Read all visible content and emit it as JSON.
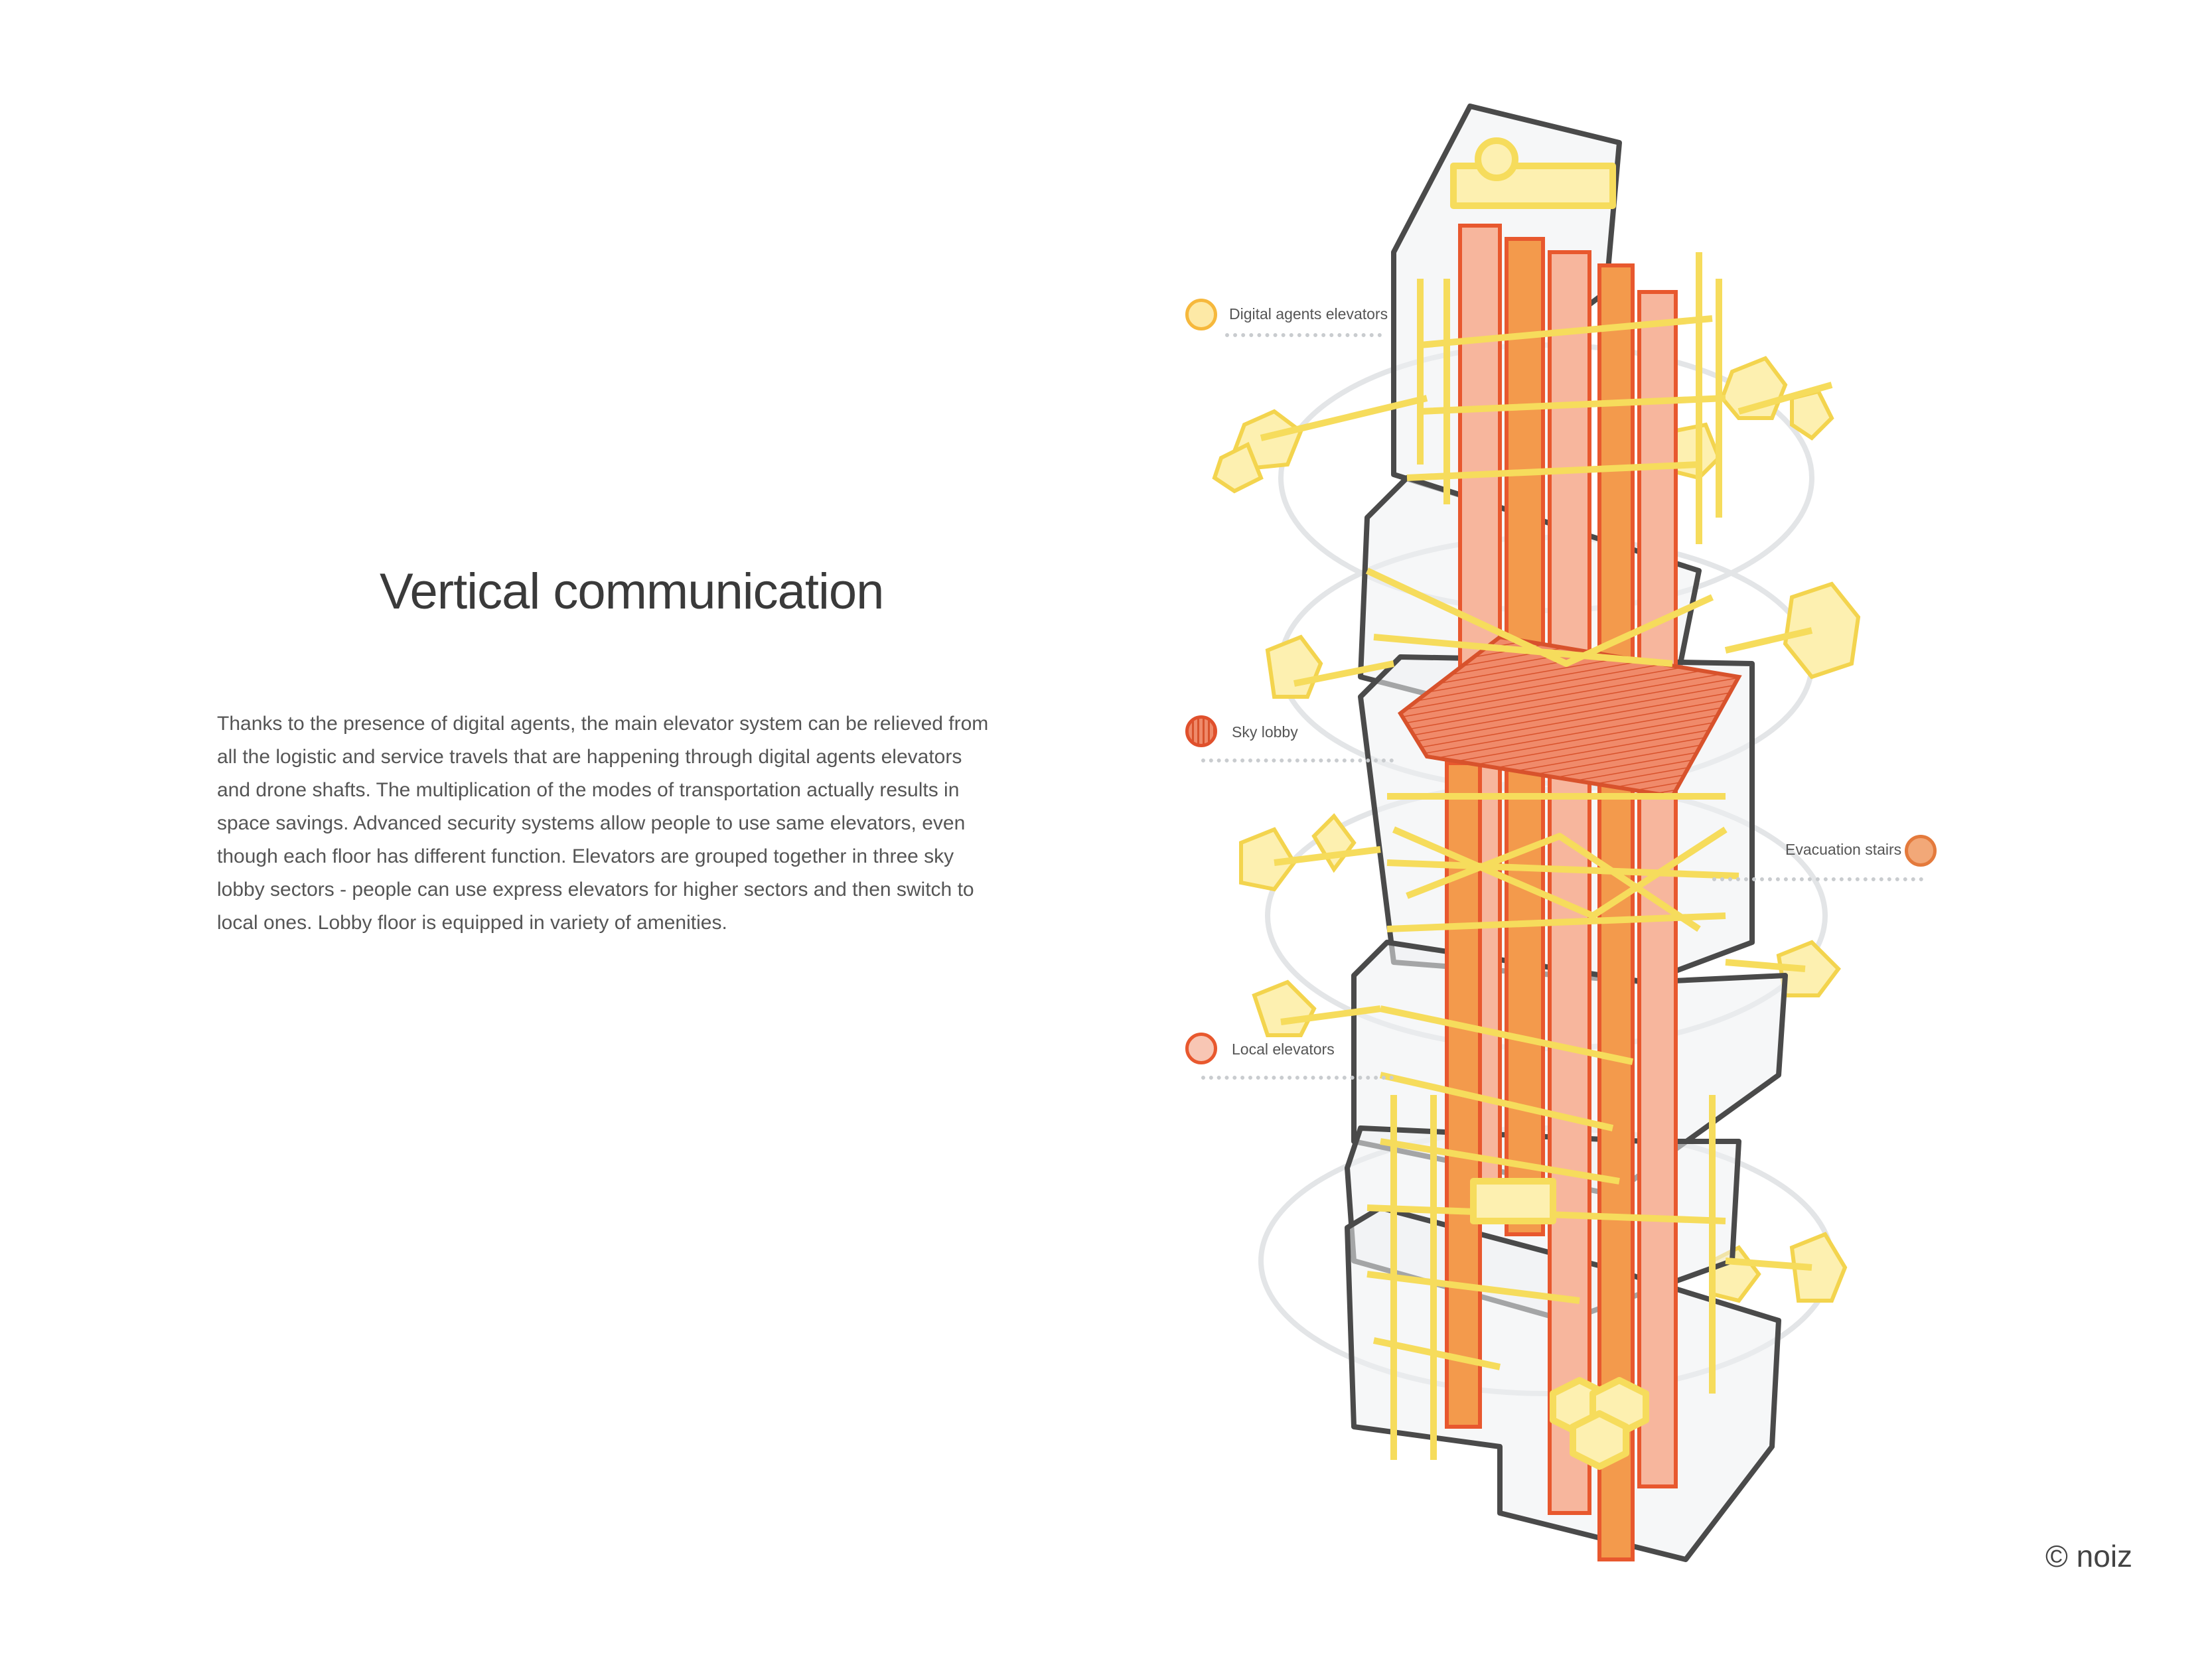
{
  "title": "Vertical communication",
  "description": "Thanks to the presence of digital agents, the main elevator system can be relieved from all the logistic and service travels that are happening through digital agents elevators and drone shafts. The multiplication of the modes of transportation actually results in space savings. Advanced security systems allow people to use same elevators, even though each floor has different function. Elevators are grouped together in three sky lobby sectors - people can use express elevators for higher sectors and then switch to local ones. Lobby floor is equipped in variety of amenities.",
  "legend": [
    {
      "label": "Digital agents elevators",
      "fill": "#fde9a6",
      "stroke": "#f6b83c"
    },
    {
      "label": "Sky lobby",
      "fill": "#ef8a6a",
      "stroke": "#e0502c",
      "pattern": "hatched"
    },
    {
      "label": "Evacuation stairs",
      "fill": "#f2a878",
      "stroke": "#e47a3c"
    },
    {
      "label": "Local elevators",
      "fill": "#f8c6b4",
      "stroke": "#e8582e"
    }
  ],
  "copyright": "© noiz",
  "colors": {
    "yellow": "#fbe98a",
    "yellow_stroke": "#f3d44e",
    "orange": "#f39a4c",
    "orange_dark": "#e8582e",
    "salmon": "#f7b69d",
    "frame": "#4a4a4a",
    "ring": "#e3e5e7"
  }
}
